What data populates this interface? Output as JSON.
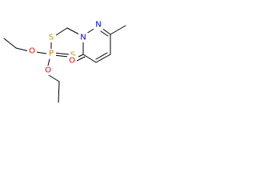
{
  "molecule": {
    "atoms": {
      "s_thio": {
        "symbol": "S",
        "color": "#b8a000"
      },
      "p": {
        "symbol": "P",
        "color": "#e07800"
      },
      "s_thione": {
        "symbol": "S",
        "color": "#b8a000"
      },
      "o_left": {
        "symbol": "O",
        "color": "#ff0000"
      },
      "o_bottom": {
        "symbol": "O",
        "color": "#ff0000"
      },
      "n1": {
        "symbol": "N",
        "color": "#0000ff"
      },
      "n2": {
        "symbol": "N",
        "color": "#0000ff"
      },
      "o_carbonyl": {
        "symbol": "O",
        "color": "#ff0000"
      }
    },
    "bond_color": "#000000"
  }
}
